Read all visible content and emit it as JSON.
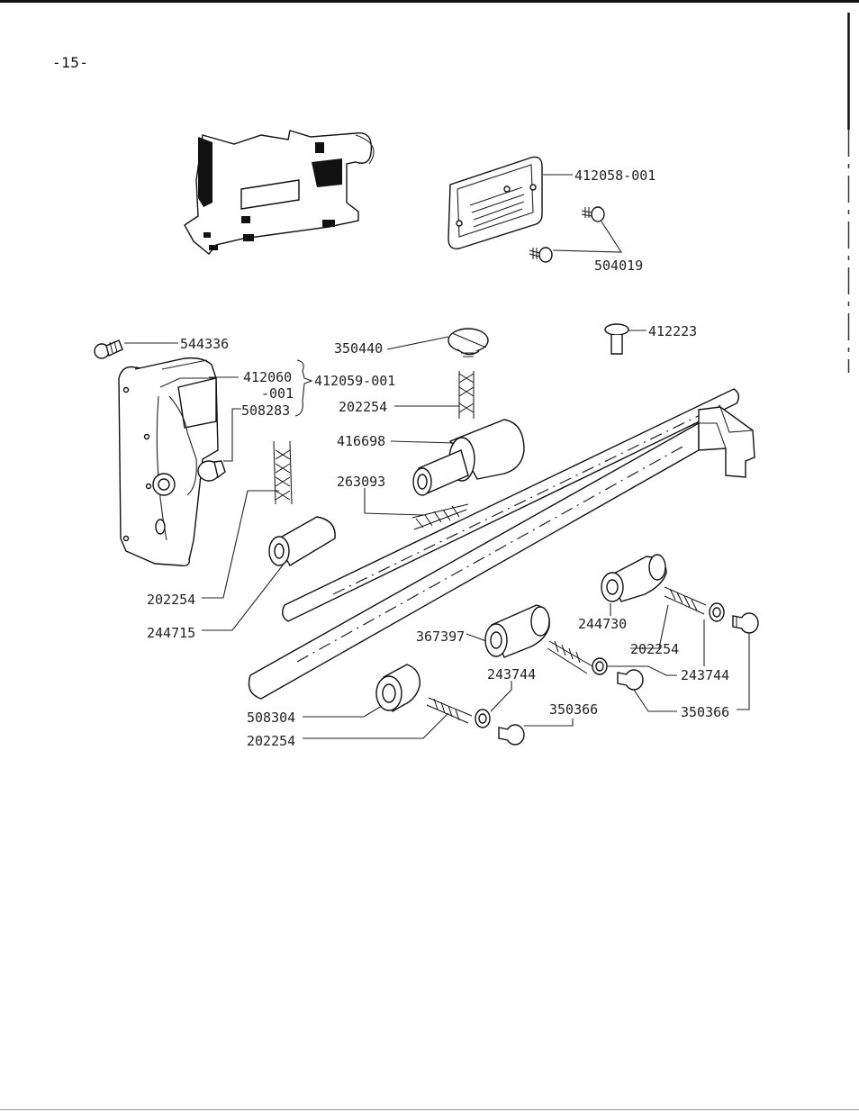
{
  "page": {
    "number": "-15-"
  },
  "parts": {
    "top_cover_plate": "412058-001",
    "cover_screws": "504019",
    "face_plate_screw": "544336",
    "face_plate": "412060",
    "face_plate_suffix": "-001",
    "face_plate_assembly": "412059-001",
    "face_plate_plug": "508283",
    "oil_cap": "350440",
    "wick_top": "202254",
    "stud": "412223",
    "bushing_upper": "416698",
    "wick_upper_bushing": "263093",
    "wick_left": "202254",
    "bushing_left": "244715",
    "bushing_right_upper": "244730",
    "wick_right": "202254",
    "washer_right": "243744",
    "screw_right": "350366",
    "bushing_middle": "367397",
    "wick_middle": "202254",
    "washer_middle": "243744",
    "screw_middle": "350366",
    "bushing_lower": "508304",
    "wick_lower": "202254"
  }
}
